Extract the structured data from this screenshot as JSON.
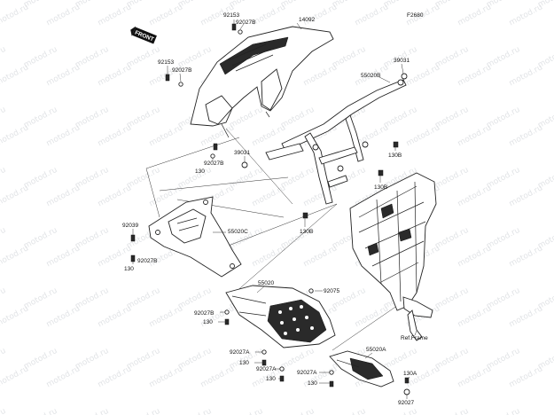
{
  "figure_code": "F2680",
  "front_stamp": "FRONT",
  "watermark": "motod.ru",
  "ref_frame": "Ref.Frame",
  "labels": [
    {
      "id": "top-92153",
      "text": "92153"
    },
    {
      "id": "top-92027b",
      "text": "92027B"
    },
    {
      "id": "p14092",
      "text": "14092"
    },
    {
      "id": "left-92153",
      "text": "92153"
    },
    {
      "id": "left-92027b",
      "text": "92027B"
    },
    {
      "id": "p39031-right",
      "text": "39031"
    },
    {
      "id": "p55020b",
      "text": "55020B"
    },
    {
      "id": "p39031-mid",
      "text": "39031"
    },
    {
      "id": "mid-92027b",
      "text": "92027B"
    },
    {
      "id": "mid-130",
      "text": "130"
    },
    {
      "id": "r-130b-1",
      "text": "130B"
    },
    {
      "id": "r-130b-2",
      "text": "130B"
    },
    {
      "id": "c-130b",
      "text": "130B"
    },
    {
      "id": "p92039",
      "text": "92039"
    },
    {
      "id": "p55020c",
      "text": "55020C"
    },
    {
      "id": "ll-130",
      "text": "130"
    },
    {
      "id": "ll-92027b",
      "text": "92027B"
    },
    {
      "id": "p55020",
      "text": "55020"
    },
    {
      "id": "p92075",
      "text": "92075"
    },
    {
      "id": "b-92027b",
      "text": "92027B"
    },
    {
      "id": "b-130",
      "text": "130"
    },
    {
      "id": "b-92027a-1",
      "text": "92027A"
    },
    {
      "id": "b-130-2",
      "text": "130"
    },
    {
      "id": "b-92027a-2",
      "text": "92027A"
    },
    {
      "id": "b-92027a-3",
      "text": "92027A"
    },
    {
      "id": "b-130-3",
      "text": "130"
    },
    {
      "id": "b-130-4",
      "text": "130"
    },
    {
      "id": "p55020a",
      "text": "55020A"
    },
    {
      "id": "p130a",
      "text": "130A"
    },
    {
      "id": "p92027",
      "text": "92027"
    }
  ]
}
